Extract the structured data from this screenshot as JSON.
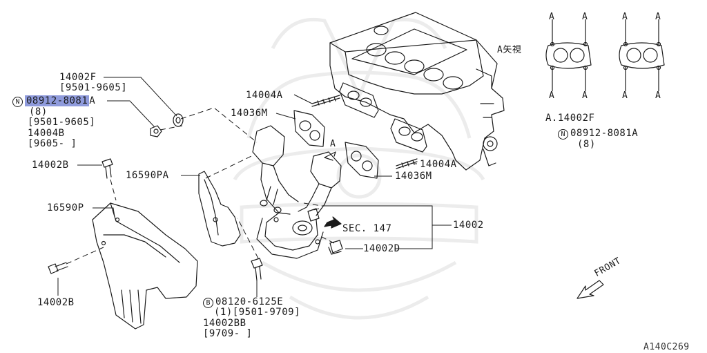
{
  "callouts": {
    "p14002F_top": "14002F",
    "p14002F_top_range": "[9501-9605]",
    "nut_symbol": "N",
    "nut_part": "08912-8081",
    "nut_part_suffix": "A",
    "nut_qty": "(8)",
    "nut_range": "[9501-9605]",
    "p14004B": "14004B",
    "p14004B_range": "[9605-     ]",
    "p14002B_upper": "14002B",
    "p16590PA": "16590PA",
    "p16590P": "16590P",
    "p14002B_lower": "14002B",
    "bolt_symbol": "B",
    "bolt_part": "08120-6125E",
    "bolt_qty_range": "(1)[9501-9709]",
    "p14002BB": "14002BB",
    "p14002BB_range": "[9709-     ]",
    "p14004A_upper": "14004A",
    "p14036M_upper": "14036M",
    "arrow_a": "A",
    "p14004A_lower": "14004A",
    "p14036M_lower": "14036M",
    "sec_ref": "SEC. 147",
    "p14002": "14002",
    "p14002D": "14002D"
  },
  "view_a": {
    "title": "A矢視",
    "gasket_letter": "A",
    "caption": "A.14002F",
    "nut_symbol": "N",
    "nut_part": "08912-8081A",
    "nut_qty": "(8)"
  },
  "front_label": "FRONT",
  "figure_code": "A140C269",
  "colors": {
    "line": "#1a1a1a",
    "highlight": "#8f9bdc",
    "watermark": "#ececec",
    "background": "#ffffff"
  }
}
